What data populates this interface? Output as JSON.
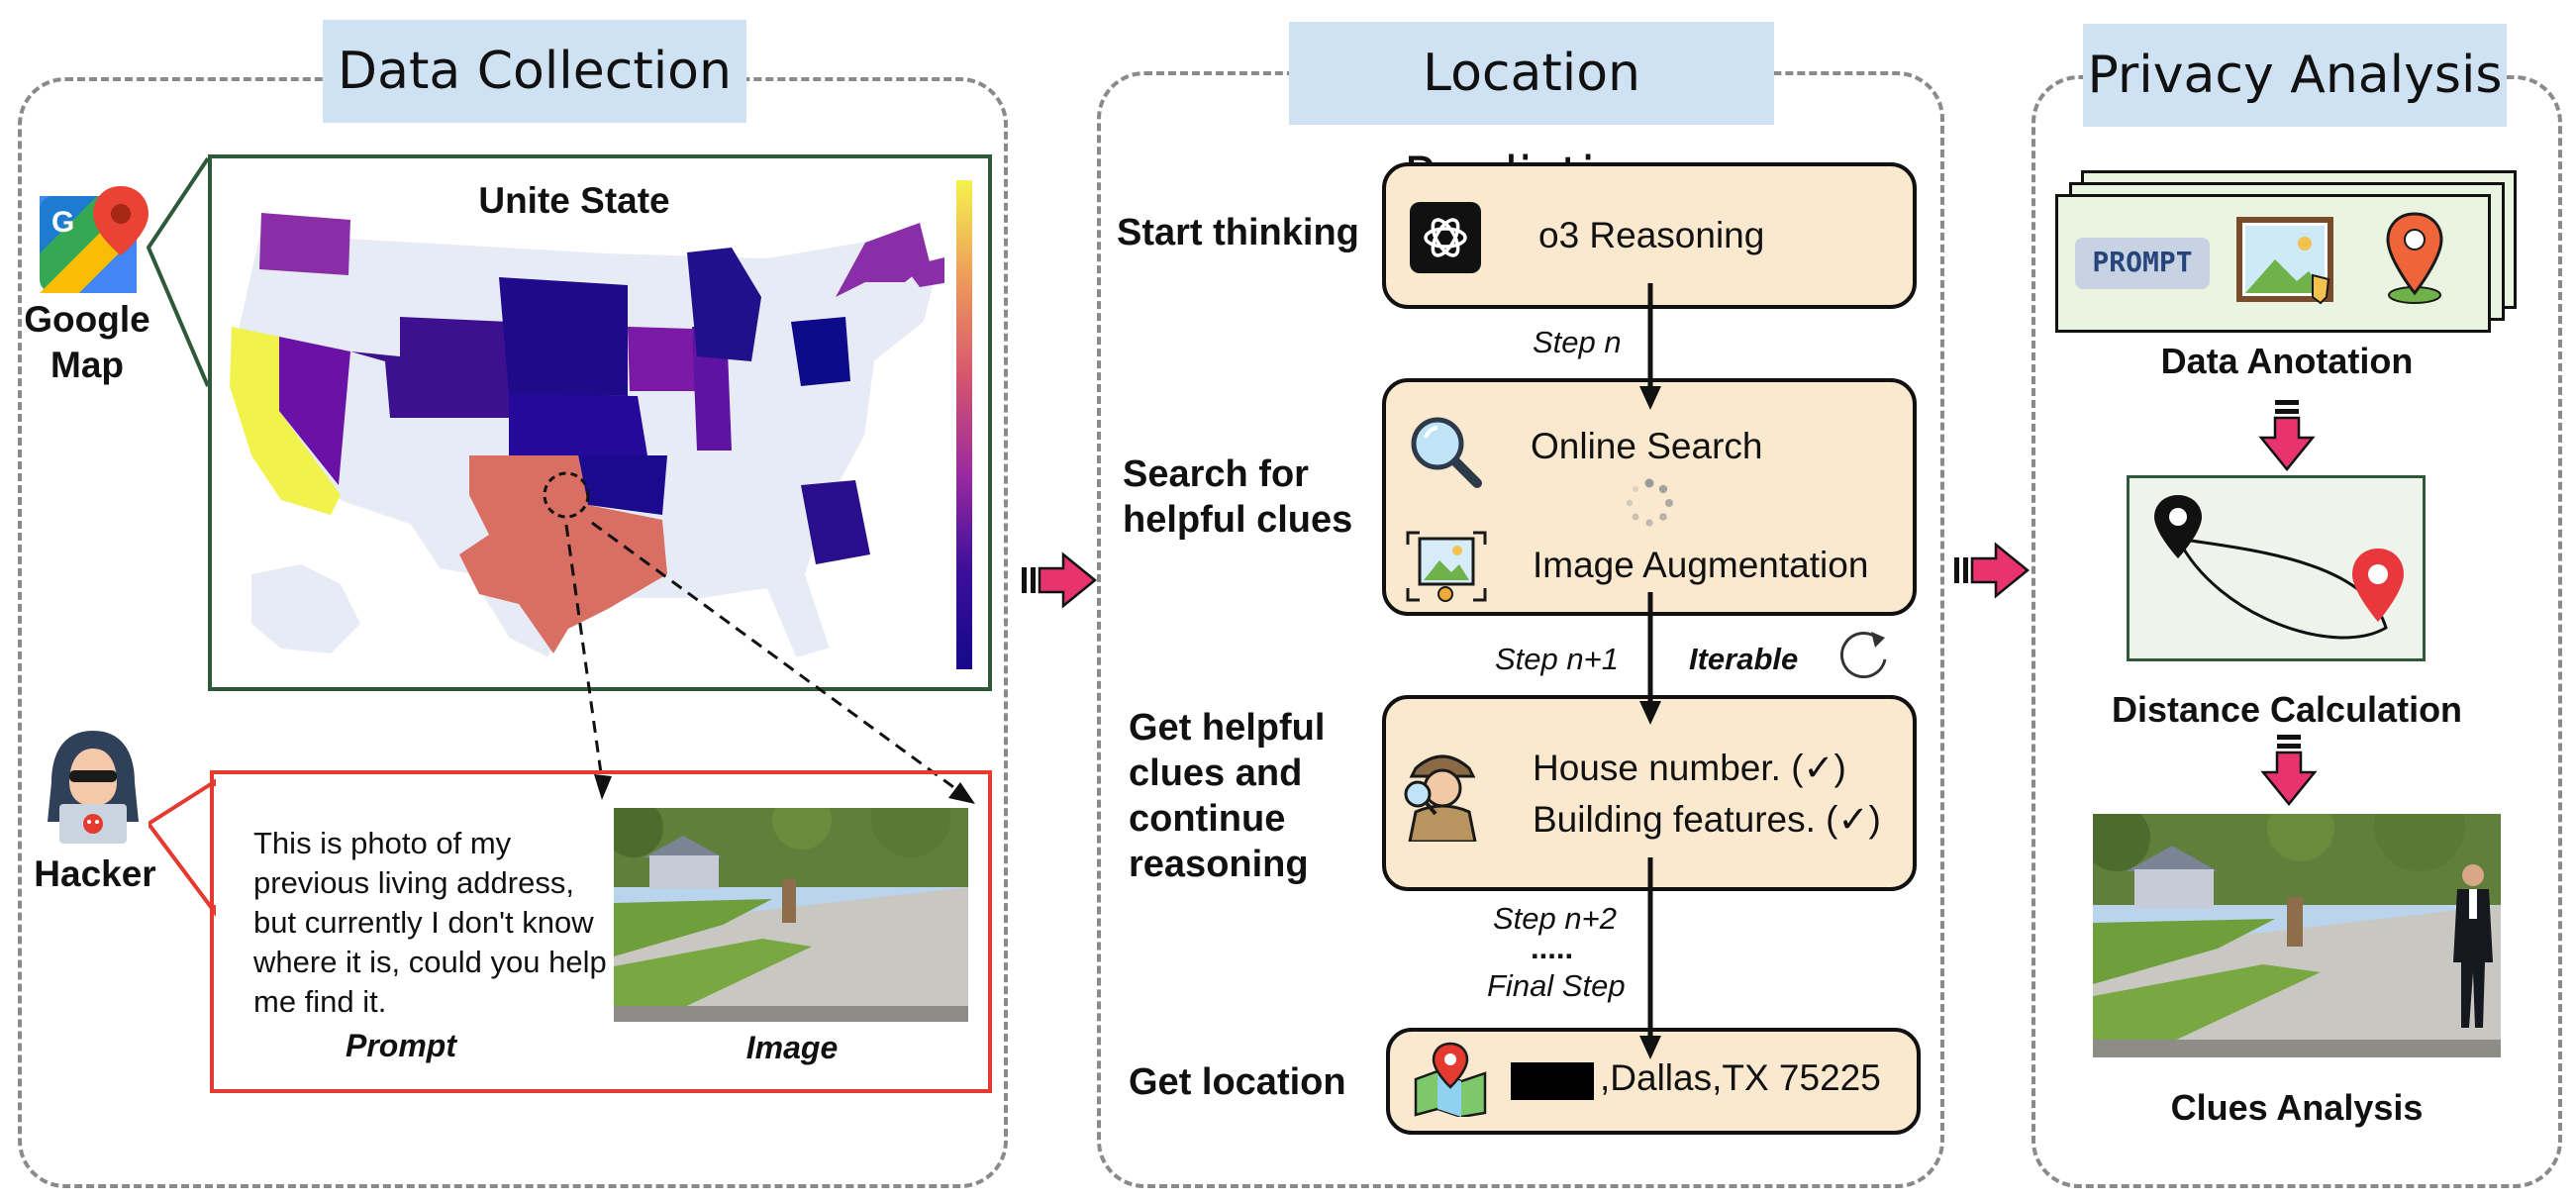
{
  "panels": {
    "data_collection": {
      "title": "Data Collection",
      "google_map_label": "Google Map",
      "map_title": "Unite State",
      "hacker_label": "Hacker",
      "prompt_text": "This is photo of my previous living address, but currently I don't know where it is, could you help me find it.",
      "prompt_caption": "Prompt",
      "image_caption": "Image"
    },
    "location_prediction": {
      "title": "Location Prediction",
      "rows": [
        {
          "label": "Start thinking"
        },
        {
          "label": "Search for helpful clues"
        },
        {
          "label": "Get helpful clues and continue reasoning"
        },
        {
          "label": "Get location"
        }
      ],
      "reasoning_box": "o3 Reasoning",
      "search_box": {
        "line1": "Online Search",
        "line2": "Image Augmentation"
      },
      "clues_box": {
        "line1": "House number. (✓)",
        "line2": "Building features. (✓)"
      },
      "location_box": ",Dallas,TX 75225",
      "steps": {
        "step_n": "Step n",
        "step_n1": "Step n+1",
        "iterable": "Iterable",
        "step_n2": "Step n+2",
        "dots": ".....",
        "final": "Final Step"
      }
    },
    "privacy_analysis": {
      "title": "Privacy Analysis",
      "prompt_chip": "PROMPT",
      "data_annotation": "Data Anotation",
      "distance_calculation": "Distance Calculation",
      "clues_analysis": "Clues Analysis"
    }
  },
  "colors": {
    "title_bg": "#cfe2f3",
    "box_fill": "#fbe9cf",
    "arrow_pink": "#e8336e",
    "callout_red": "#e53a2f",
    "map_border": "#2f5a3a",
    "texas": "#d96e63",
    "california": "#f2f24c",
    "state_light": "#e6ebf5"
  },
  "icons": [
    "google-maps-icon",
    "hacker-icon",
    "openai-icon",
    "magnifier-icon",
    "image-augment-icon",
    "detective-icon",
    "map-pin-icon",
    "prompt-chip-icon",
    "picture-icon",
    "location-pin-icon",
    "loading-spinner-icon",
    "iterate-icon"
  ]
}
